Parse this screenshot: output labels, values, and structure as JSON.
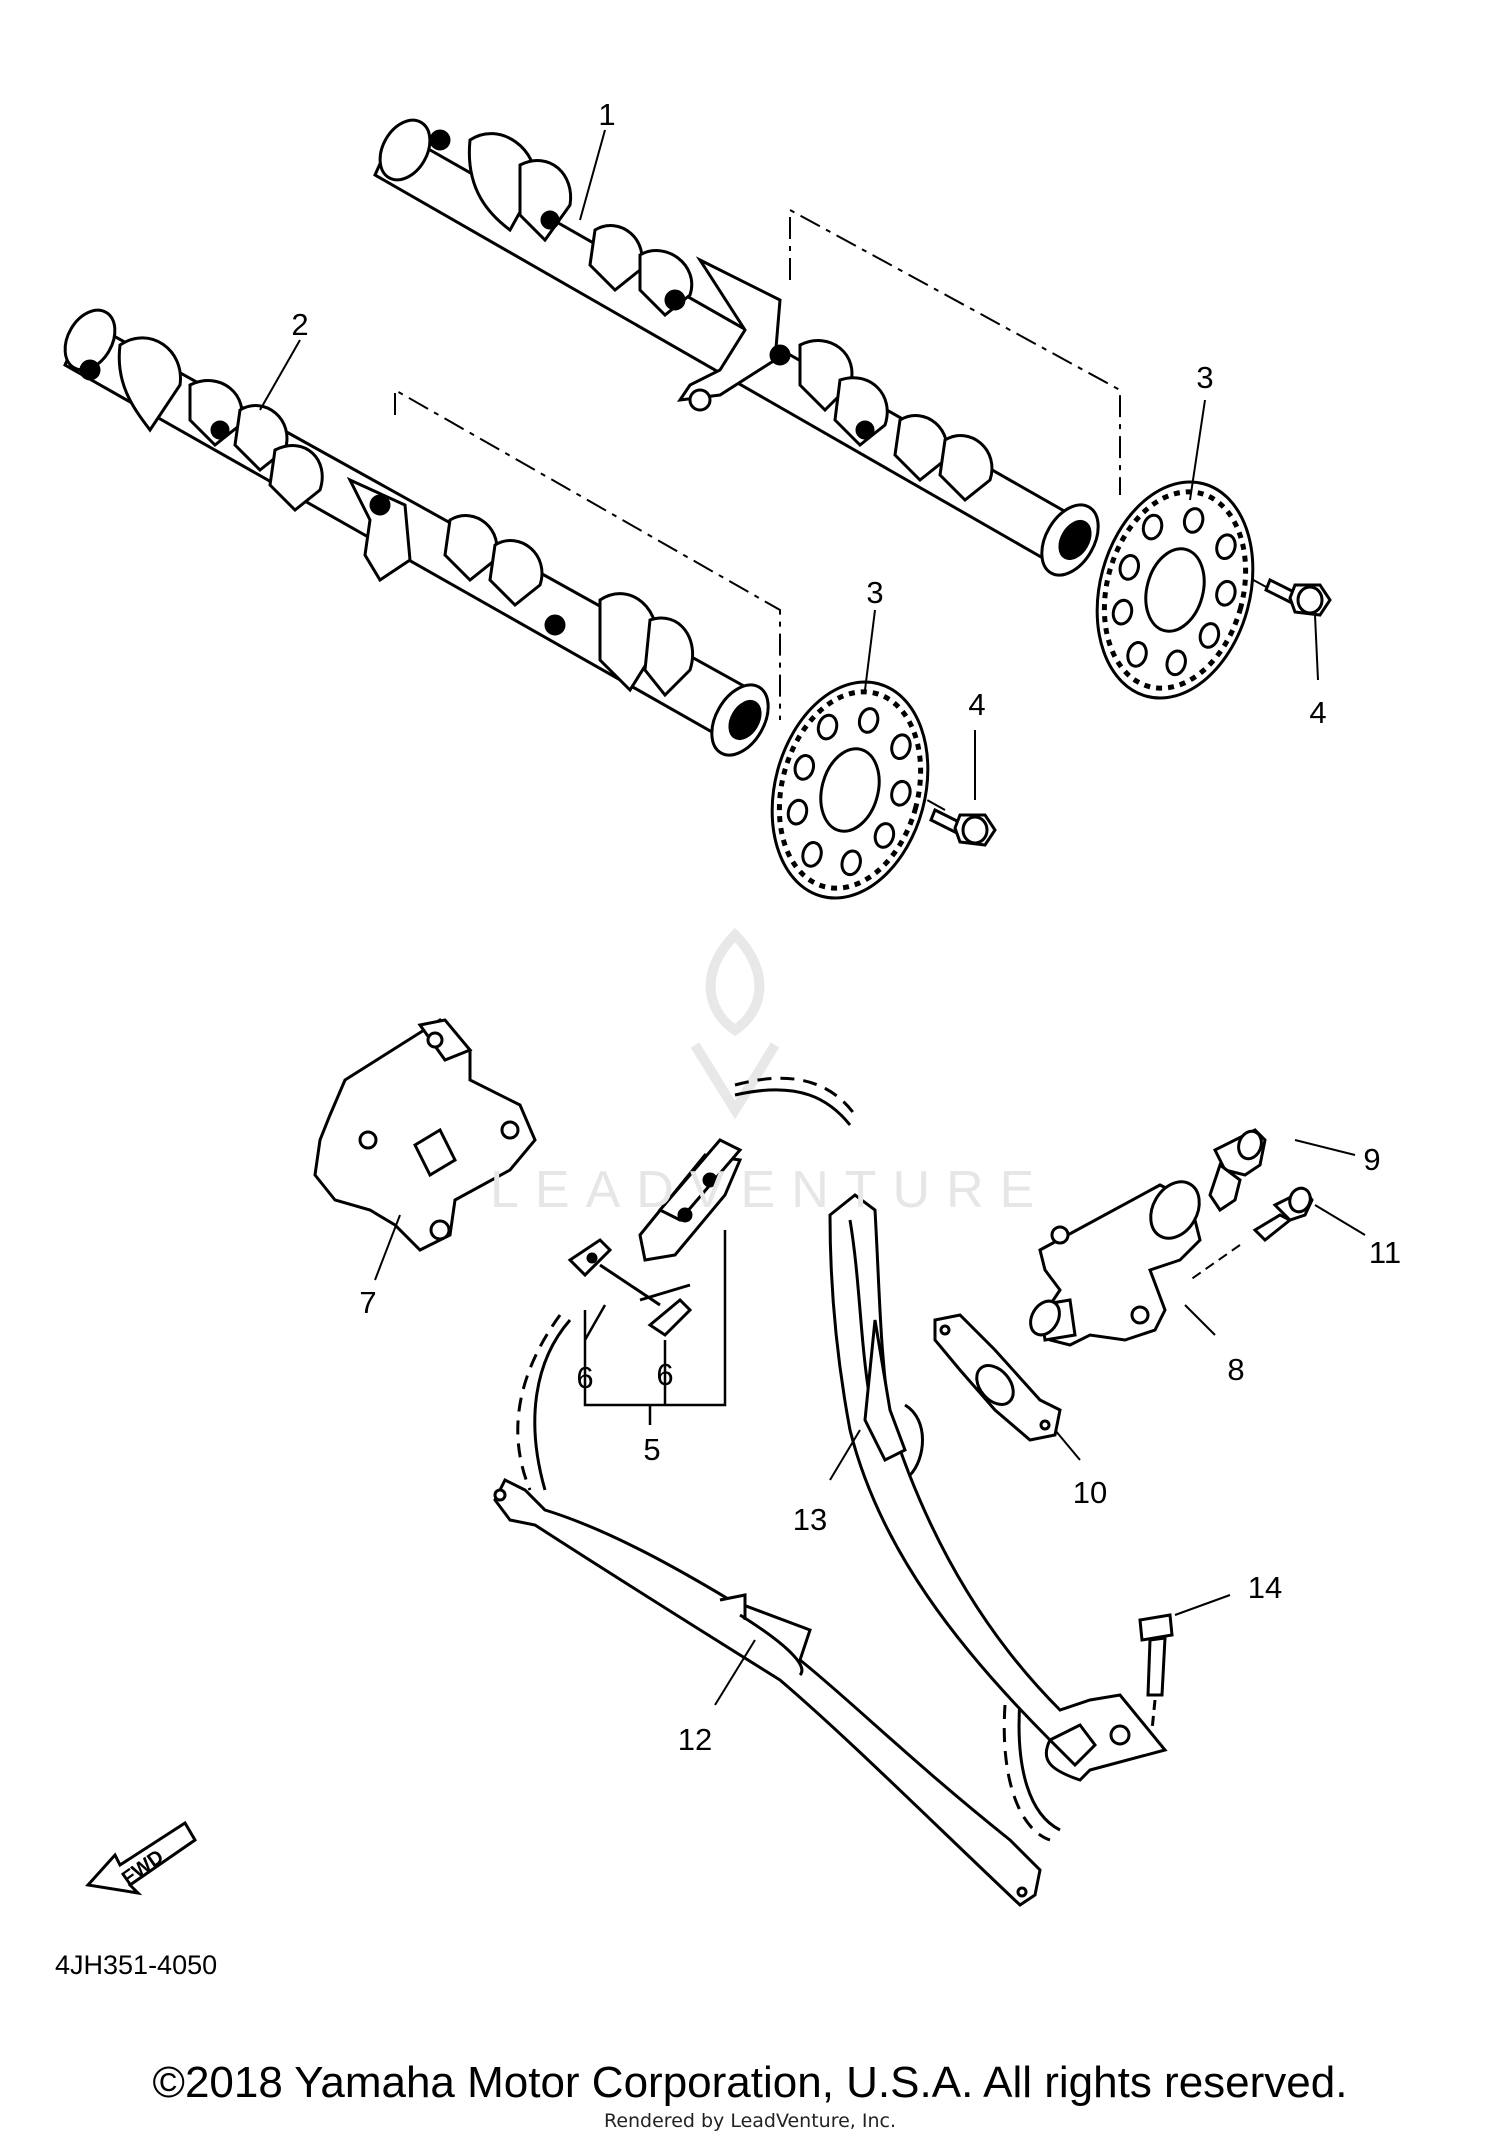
{
  "diagram": {
    "part_callouts": {
      "camshaft_1": "1",
      "camshaft_2": "2",
      "sprocket_upper": "3",
      "sprocket_lower": "3",
      "bolt_upper": "4",
      "bolt_lower": "4",
      "joint_link": "5",
      "link_plate_left": "6",
      "link_plate_right": "6",
      "chain_guide_top": "7",
      "tensioner": "8",
      "tensioner_bolt_9": "9",
      "gasket": "10",
      "tensioner_bolt_11": "11",
      "tensioner_guide": "12",
      "chain_guide_exhaust": "13",
      "guide_bolt": "14"
    },
    "fwd_label": "FWD",
    "reference_code": "4JH351-4050",
    "copyright": "©2018 Yamaha Motor Corporation, U.S.A. All rights reserved.",
    "rendered_by": "Rendered by LeadVenture, Inc.",
    "watermark_text": "LEADVENTURE",
    "colors": {
      "line": "#000000",
      "watermark": "#e6e6e6",
      "background": "#ffffff"
    }
  }
}
